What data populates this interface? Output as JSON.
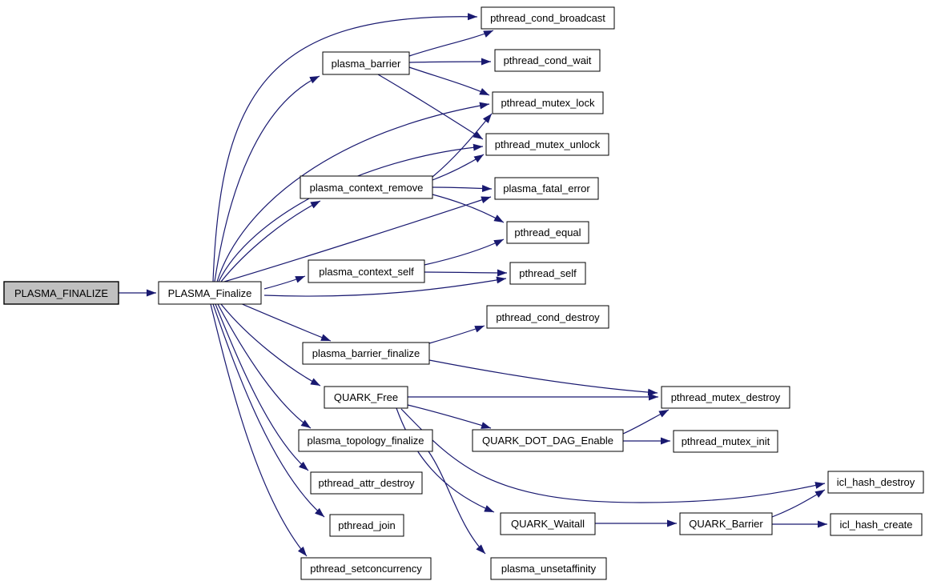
{
  "diagram": {
    "title": "PLASMA_FINALIZE call graph",
    "type": "call-graph",
    "colors": {
      "edge": "#191970",
      "node_fill": "#ffffff",
      "node_border": "#000000",
      "root_node_fill": "#c0c0c0",
      "background": "#ffffff",
      "text": "#000000"
    },
    "nodes": [
      {
        "id": "PLASMA_FINALIZE",
        "label": "PLASMA_FINALIZE"
      },
      {
        "id": "PLASMA_Finalize",
        "label": "PLASMA_Finalize"
      },
      {
        "id": "plasma_barrier",
        "label": "plasma_barrier"
      },
      {
        "id": "pthread_cond_broadcast",
        "label": "pthread_cond_broadcast"
      },
      {
        "id": "pthread_cond_wait",
        "label": "pthread_cond_wait"
      },
      {
        "id": "pthread_mutex_lock",
        "label": "pthread_mutex_lock"
      },
      {
        "id": "pthread_mutex_unlock",
        "label": "pthread_mutex_unlock"
      },
      {
        "id": "plasma_context_remove",
        "label": "plasma_context_remove"
      },
      {
        "id": "plasma_fatal_error",
        "label": "plasma_fatal_error"
      },
      {
        "id": "pthread_equal",
        "label": "pthread_equal"
      },
      {
        "id": "plasma_context_self",
        "label": "plasma_context_self"
      },
      {
        "id": "pthread_self",
        "label": "pthread_self"
      },
      {
        "id": "pthread_cond_destroy",
        "label": "pthread_cond_destroy"
      },
      {
        "id": "plasma_barrier_finalize",
        "label": "plasma_barrier_finalize"
      },
      {
        "id": "QUARK_Free",
        "label": "QUARK_Free"
      },
      {
        "id": "pthread_mutex_destroy",
        "label": "pthread_mutex_destroy"
      },
      {
        "id": "QUARK_DOT_DAG_Enable",
        "label": "QUARK_DOT_DAG_Enable"
      },
      {
        "id": "pthread_mutex_init",
        "label": "pthread_mutex_init"
      },
      {
        "id": "plasma_topology_finalize",
        "label": "plasma_topology_finalize"
      },
      {
        "id": "pthread_attr_destroy",
        "label": "pthread_attr_destroy"
      },
      {
        "id": "icl_hash_destroy",
        "label": "icl_hash_destroy"
      },
      {
        "id": "pthread_join",
        "label": "pthread_join"
      },
      {
        "id": "QUARK_Waitall",
        "label": "QUARK_Waitall"
      },
      {
        "id": "QUARK_Barrier",
        "label": "QUARK_Barrier"
      },
      {
        "id": "icl_hash_create",
        "label": "icl_hash_create"
      },
      {
        "id": "pthread_setconcurrency",
        "label": "pthread_setconcurrency"
      },
      {
        "id": "plasma_unsetaffinity",
        "label": "plasma_unsetaffinity"
      }
    ],
    "edges": [
      {
        "from": "PLASMA_FINALIZE",
        "to": "PLASMA_Finalize"
      },
      {
        "from": "PLASMA_Finalize",
        "to": "pthread_cond_broadcast"
      },
      {
        "from": "PLASMA_Finalize",
        "to": "plasma_barrier"
      },
      {
        "from": "PLASMA_Finalize",
        "to": "pthread_mutex_lock"
      },
      {
        "from": "PLASMA_Finalize",
        "to": "pthread_mutex_unlock"
      },
      {
        "from": "PLASMA_Finalize",
        "to": "plasma_context_remove"
      },
      {
        "from": "PLASMA_Finalize",
        "to": "plasma_fatal_error"
      },
      {
        "from": "PLASMA_Finalize",
        "to": "plasma_context_self"
      },
      {
        "from": "PLASMA_Finalize",
        "to": "pthread_self"
      },
      {
        "from": "PLASMA_Finalize",
        "to": "plasma_barrier_finalize"
      },
      {
        "from": "PLASMA_Finalize",
        "to": "QUARK_Free"
      },
      {
        "from": "PLASMA_Finalize",
        "to": "plasma_topology_finalize"
      },
      {
        "from": "PLASMA_Finalize",
        "to": "pthread_attr_destroy"
      },
      {
        "from": "PLASMA_Finalize",
        "to": "pthread_join"
      },
      {
        "from": "PLASMA_Finalize",
        "to": "pthread_setconcurrency"
      },
      {
        "from": "plasma_barrier",
        "to": "pthread_cond_broadcast"
      },
      {
        "from": "plasma_barrier",
        "to": "pthread_cond_wait"
      },
      {
        "from": "plasma_barrier",
        "to": "pthread_mutex_lock"
      },
      {
        "from": "plasma_barrier",
        "to": "pthread_mutex_unlock"
      },
      {
        "from": "plasma_context_remove",
        "to": "plasma_fatal_error"
      },
      {
        "from": "plasma_context_remove",
        "to": "pthread_equal"
      },
      {
        "from": "plasma_context_remove",
        "to": "pthread_mutex_lock"
      },
      {
        "from": "plasma_context_remove",
        "to": "pthread_mutex_unlock"
      },
      {
        "from": "plasma_context_self",
        "to": "pthread_equal"
      },
      {
        "from": "plasma_context_self",
        "to": "pthread_self"
      },
      {
        "from": "plasma_barrier_finalize",
        "to": "pthread_cond_destroy"
      },
      {
        "from": "plasma_barrier_finalize",
        "to": "pthread_mutex_destroy"
      },
      {
        "from": "QUARK_Free",
        "to": "pthread_mutex_destroy"
      },
      {
        "from": "QUARK_Free",
        "to": "QUARK_DOT_DAG_Enable"
      },
      {
        "from": "QUARK_Free",
        "to": "icl_hash_destroy"
      },
      {
        "from": "QUARK_Free",
        "to": "QUARK_Waitall"
      },
      {
        "from": "QUARK_DOT_DAG_Enable",
        "to": "pthread_mutex_destroy"
      },
      {
        "from": "QUARK_DOT_DAG_Enable",
        "to": "pthread_mutex_init"
      },
      {
        "from": "plasma_topology_finalize",
        "to": "plasma_unsetaffinity"
      },
      {
        "from": "QUARK_Waitall",
        "to": "QUARK_Barrier"
      },
      {
        "from": "QUARK_Barrier",
        "to": "icl_hash_destroy"
      },
      {
        "from": "QUARK_Barrier",
        "to": "icl_hash_create"
      }
    ]
  }
}
